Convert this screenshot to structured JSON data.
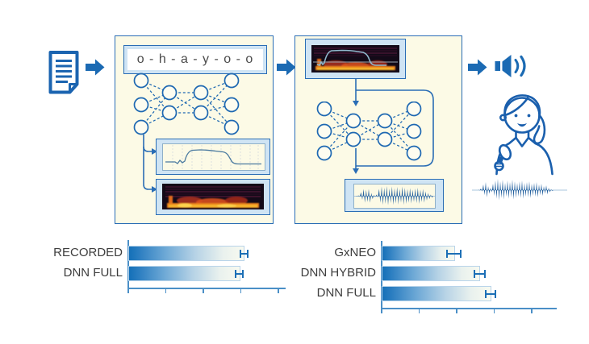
{
  "diagram": {
    "phoneme_sequence": "o - h - a - y - o - o",
    "icons": {
      "input": "document-icon",
      "flow": "arrow-right-icon",
      "output": "speaker-icon",
      "persona": "announcer-with-microphone-illustration"
    },
    "panels": {
      "stage1": [
        "phoneme-sequence-box",
        "dnn-network",
        "pitch-contour-panel",
        "spectrogram-panel"
      ],
      "stage2": [
        "spectrogram-with-pitch-panel",
        "dnn-network-with-feedback-loop",
        "waveform-panel"
      ],
      "output": [
        "speaker-icon",
        "announcer-illustration",
        "output-waveform"
      ]
    },
    "colors": {
      "primary_blue": "#1e68b2",
      "box_fill": "#fcfae6",
      "frame_fill": "#cfe4f4",
      "bar_blue": "#1470b8",
      "axis_blue": "#4a8fc7",
      "label_text": "#3d3d3d",
      "spectrogram_hot": "#f7b32b"
    }
  },
  "chart_data": [
    {
      "type": "bar",
      "orientation": "horizontal",
      "title": "",
      "categories": [
        "RECORDED",
        "DNN FULL"
      ],
      "values": [
        3.1,
        2.98
      ],
      "errors": [
        0.12,
        0.12
      ],
      "axis": {
        "xlim": [
          0,
          4.2
        ],
        "ticks": [
          0,
          1,
          2,
          3,
          4
        ],
        "tick_labels_visible": false,
        "grid": false
      },
      "legend": "none"
    },
    {
      "type": "bar",
      "orientation": "horizontal",
      "title": "",
      "categories": [
        "GxNEO",
        "DNN HYBRID",
        "DNN FULL"
      ],
      "values": [
        1.95,
        2.63,
        2.92
      ],
      "errors": [
        0.2,
        0.16,
        0.15
      ],
      "axis": {
        "xlim": [
          0,
          4.7
        ],
        "ticks": [
          0,
          1,
          2,
          3,
          4
        ],
        "tick_labels_visible": false,
        "grid": false
      },
      "legend": "none"
    }
  ]
}
